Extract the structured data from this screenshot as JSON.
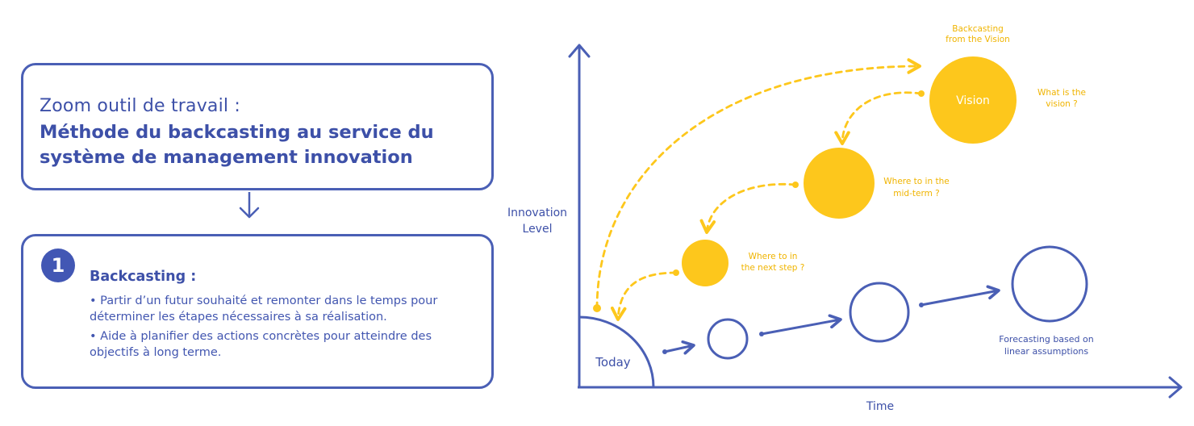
{
  "header": {
    "subtitle": "Zoom outil de travail :",
    "title": "Méthode du backcasting  au service du système de management innovation"
  },
  "method": {
    "number": "1",
    "heading": "Backcasting :",
    "bullets": [
      "• Partir d’un futur souhaité et remonter dans le temps pour déterminer les étapes nécessaires à sa réalisation.",
      "• Aide à planifier des actions concrètes pour atteindre des objectifs à long terme."
    ]
  },
  "diagram": {
    "y_axis_label": [
      "Innovation",
      "Level"
    ],
    "x_axis_label": "Time",
    "today_label": "Today",
    "vision_label": "Vision",
    "backcasting_label": [
      "Backcasting",
      "from the Vision"
    ],
    "vision_question": [
      "What is the",
      "vision ?"
    ],
    "midterm_question": [
      "Where to in the",
      "mid-term ?"
    ],
    "nextstep_question": [
      "Where to in",
      "the next step ?"
    ],
    "forecasting_label": [
      "Forecasting based on",
      "linear assumptions"
    ]
  },
  "colors": {
    "blue": "#4a5fb5",
    "yellow": "#fdc71c",
    "yellow_text": "#f0b400"
  }
}
